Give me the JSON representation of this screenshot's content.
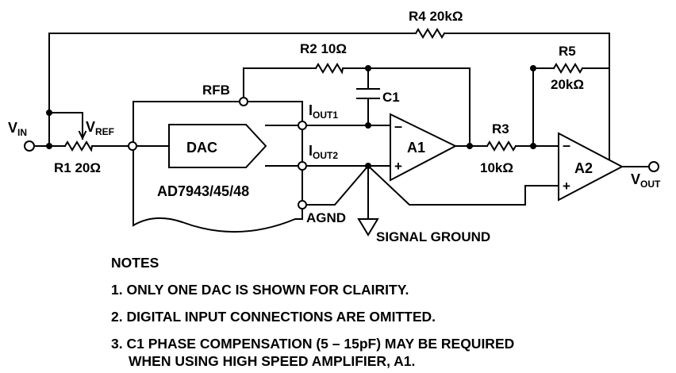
{
  "labels": {
    "vin_main": "V",
    "vin_sub": "IN",
    "vref_main": "V",
    "vref_sub": "REF",
    "r1": "R1 20Ω",
    "r2": "R2 10Ω",
    "r3": "R3",
    "r3_val": "10kΩ",
    "r4": "R4 20kΩ",
    "r5": "R5",
    "r5_val": "20kΩ",
    "c1": "C1",
    "rfb": "RFB",
    "iout1_main": "I",
    "iout1_sub": "OUT1",
    "iout2_main": "I",
    "iout2_sub": "OUT2",
    "agnd": "AGND",
    "dac": "DAC",
    "part": "AD7943/45/48",
    "a1": "A1",
    "a2": "A2",
    "minus": "–",
    "plus": "+",
    "vout_main": "V",
    "vout_sub": "OUT",
    "signal_ground": "SIGNAL GROUND"
  },
  "notes": {
    "title": "NOTES",
    "item1": "1. ONLY ONE DAC IS SHOWN FOR CLAIRITY.",
    "item2": "2. DIGITAL INPUT CONNECTIONS ARE OMITTED.",
    "item3_line1": "3. C1 PHASE COMPENSATION (5 – 15pF) MAY BE REQUIRED",
    "item3_line2": "WHEN USING HIGH SPEED AMPLIFIER, A1."
  }
}
